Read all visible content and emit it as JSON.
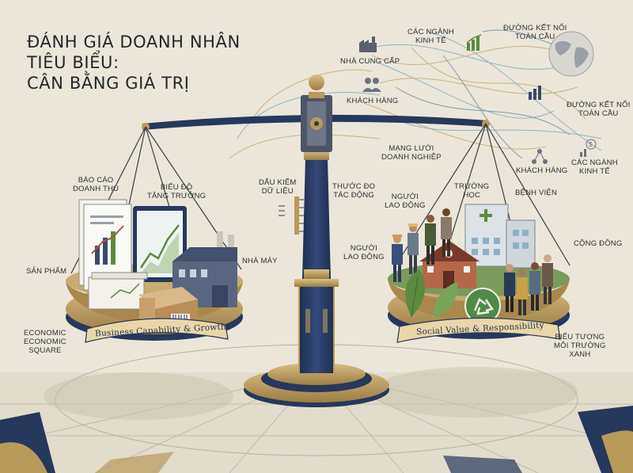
{
  "title": {
    "line1": "ĐÁNH GIÁ DOANH NHÂN",
    "line2": "TIÊU BIỂU:",
    "line3": "CÂN BẰNG GIÁ TRỊ"
  },
  "left_pan": {
    "banner": "Business Capability & Growth",
    "labels": {
      "revenue_report": "BÁO CÁO\nDOANH THU",
      "growth_chart": "BIỂU ĐỒ\nTĂNG TRƯỞNG",
      "product": "SẢN PHẨM",
      "factory": "NHÀ MÁY",
      "economic_square": "ECONOMIC\nECONOMIC\nSQUARE"
    }
  },
  "center": {
    "data_mark": "DẤU KIỂM\nDỮ LIỆU",
    "impact_ruler": "THƯỚC ĐO\nTÁC ĐỘNG"
  },
  "right_pan": {
    "banner": "Social Value & Responsibility",
    "labels": {
      "worker1": "NGƯỜI\nLAO ĐỘNG",
      "school": "TRƯỜNG\nHỌC",
      "hospital": "BỆNH VIỆN",
      "worker2": "NGƯỜI\nLAO ĐỘNG",
      "community": "CỘNG ĐỒNG",
      "green_symbol": "BIỂU TƯỢNG\nMÔI TRƯỜNG\nXANH"
    }
  },
  "network": {
    "labels": {
      "industries_top": "CÁC NGÀNH\nKINH TẾ",
      "global_top": "ĐƯỜNG KẾT NỐI\nTOÀN CẦU",
      "suppliers": "NHÀ CUNG CẤP",
      "customers_left": "KHÁCH HÀNG",
      "global_right": "ĐƯỜNG KẾT NỐI\nTOÀN CẦU",
      "business_network": "MẠNG LƯỚI\nDOANH NGHIỆP",
      "customers_right": "KHÁCH HÀNG",
      "industries_right": "CÁC NGÀNH\nKINH TẾ"
    }
  },
  "colors": {
    "navy": "#26385c",
    "gold": "#b99a5a",
    "cream": "#ebe6d9",
    "green": "#5d8a3f",
    "brick": "#a35a3f"
  },
  "icons": [
    "factory-icon",
    "bar-chart-icon",
    "globe-icon",
    "people-icon",
    "network-icon",
    "dollar-icon",
    "recycle-icon",
    "leaf-icon"
  ]
}
